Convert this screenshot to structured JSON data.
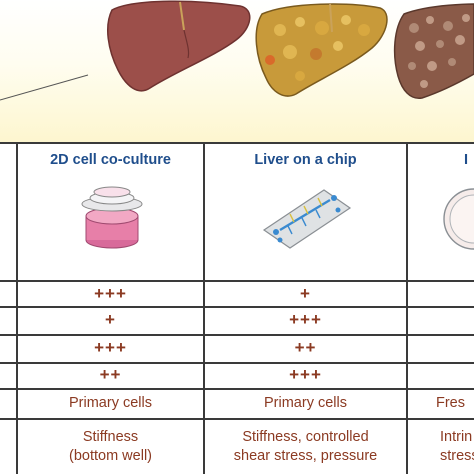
{
  "columns": [
    {
      "header": "2D cell co-culture"
    },
    {
      "header": "Liver on a chip"
    },
    {
      "header": "I"
    }
  ],
  "rows": [
    [
      "+++",
      "+",
      ""
    ],
    [
      "+",
      "+++",
      ""
    ],
    [
      "+++",
      "++",
      ""
    ],
    [
      "++",
      "+++",
      ""
    ],
    [
      "Primary cells",
      "Primary cells",
      "Fres"
    ],
    [
      "Stiffness\n(bottom well)",
      "Stiffness, controlled\nshear stress, pressure",
      "Intrin\nstress"
    ]
  ],
  "colors": {
    "header_text": "#1f4e8c",
    "cell_text": "#8b3a22",
    "grid_line": "#3a3a3a",
    "banner_tint": "#fdf6cf"
  },
  "icons": [
    "healthy-liver-icon",
    "fatty-liver-icon",
    "cirrhotic-liver-icon",
    "culture-dish-icon",
    "microfluidic-chip-icon",
    "petri-dish-icon"
  ]
}
